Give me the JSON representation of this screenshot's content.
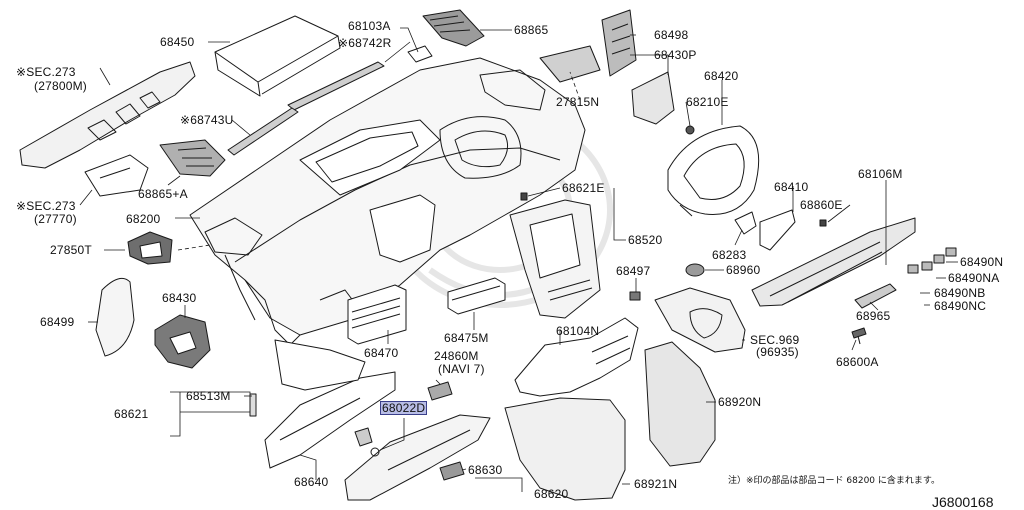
{
  "diagram_code": "J6800168",
  "footnote": "注）※印の部品は部品コード 68200 に含まれます。",
  "highlight_color": "#b8bde6",
  "labels": {
    "p68450": "68450",
    "p68103a": "68103A",
    "p68742r": "※68742R",
    "p68865": "68865",
    "p68498": "68498",
    "p68430p": "68430P",
    "p68420": "68420",
    "psec273a": "※SEC.273",
    "psec273a2": "(27800M)",
    "p27815n": "27815N",
    "p68210e": "68210E",
    "p68743u": "※68743U",
    "p68865a": "68865+A",
    "psec273b": "※SEC.273",
    "psec273b2": "(27770)",
    "p68200": "68200",
    "p68621e": "68621E",
    "p68106m": "68106M",
    "p68410": "68410",
    "p68860e": "68860E",
    "p68520": "68520",
    "p27850t": "27850T",
    "p68283": "68283",
    "p68490n": "68490N",
    "p68490na": "68490NA",
    "p68497": "68497",
    "p68960": "68960",
    "p68430": "68430",
    "p68490nb": "68490NB",
    "p68490nc": "68490NC",
    "p68499": "68499",
    "p68965": "68965",
    "p68475m": "68475M",
    "p68104n": "68104N",
    "psec969": "SEC.969",
    "psec9692": "(96935)",
    "p68470": "68470",
    "p24860m": "24860M",
    "p24860m2": "(NAVI 7)",
    "p68600a": "68600A",
    "p68513m": "68513M",
    "p68022d": "68022D",
    "p68920n": "68920N",
    "p68621": "68621",
    "p68640": "68640",
    "p68630": "68630",
    "p68921n": "68921N",
    "p68620": "68620"
  }
}
